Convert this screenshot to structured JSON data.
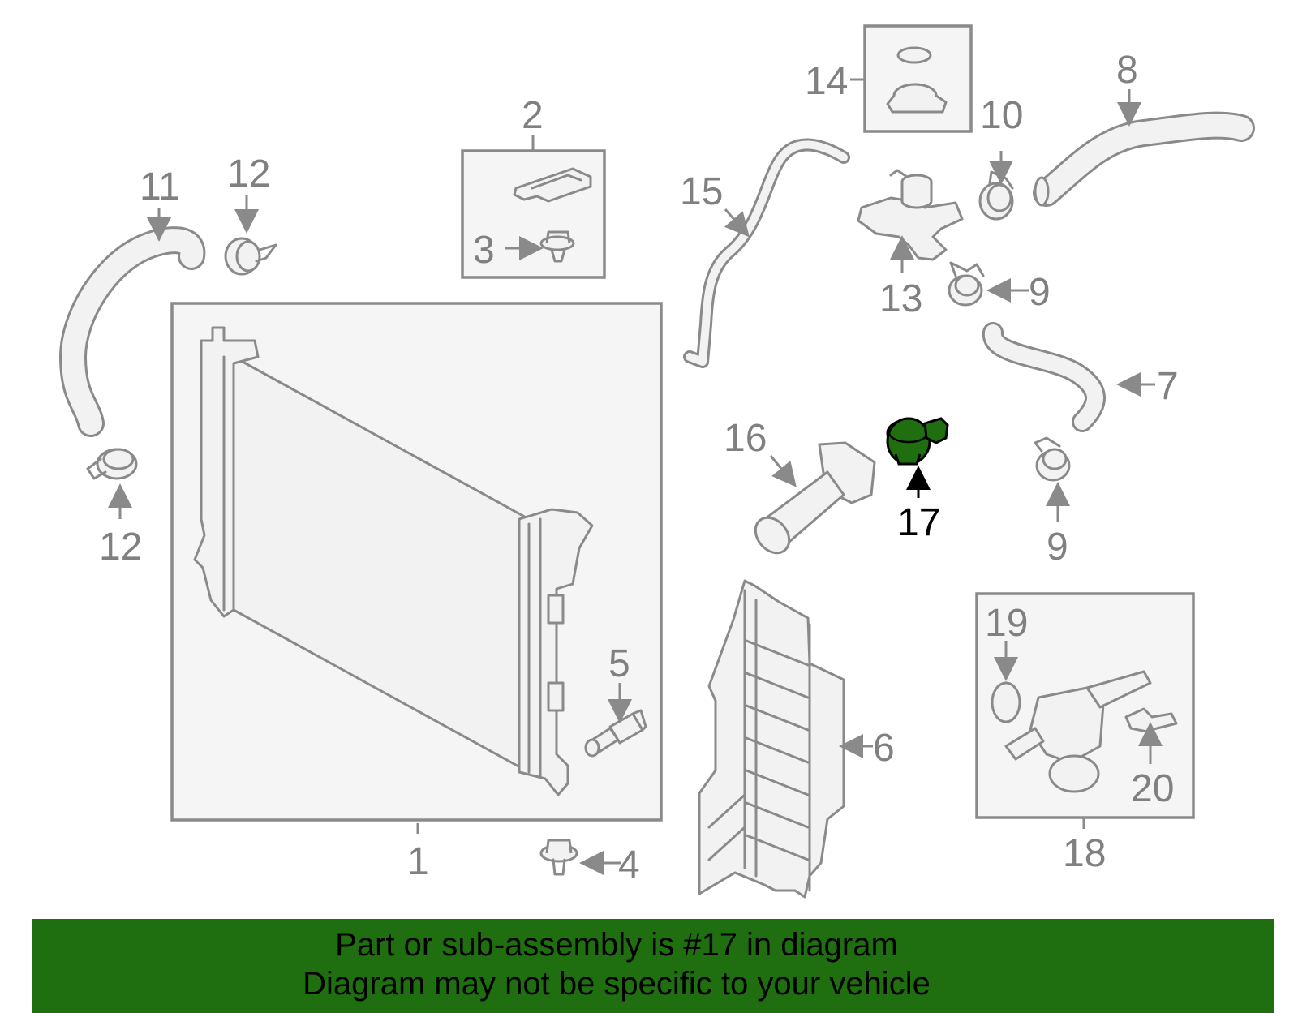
{
  "diagram": {
    "highlighted_part": "17",
    "highlight_color": "#1f6f11",
    "callouts": {
      "p1": "1",
      "p2": "2",
      "p3": "3",
      "p4": "4",
      "p5": "5",
      "p6": "6",
      "p7": "7",
      "p8": "8",
      "p9a": "9",
      "p9b": "9",
      "p10": "10",
      "p11": "11",
      "p12a": "12",
      "p12b": "12",
      "p13": "13",
      "p14": "14",
      "p15": "15",
      "p16": "16",
      "p17": "17",
      "p18": "18",
      "p19": "19",
      "p20": "20"
    }
  },
  "caption": {
    "line1": "Part or sub-assembly is #17 in diagram",
    "line2": "Diagram may not be specific to your vehicle",
    "background": "#1f6f11"
  }
}
